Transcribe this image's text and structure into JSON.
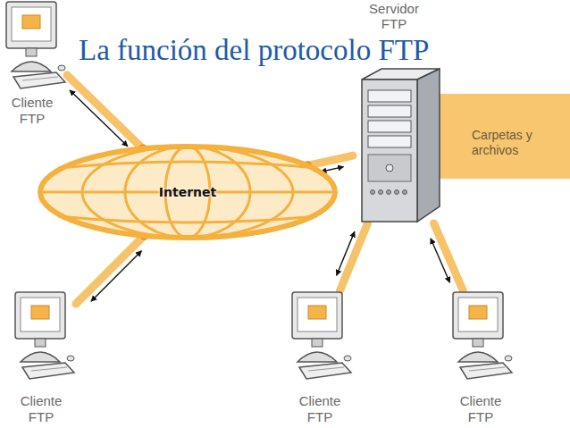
{
  "diagram": {
    "title": "La función del protocolo FTP",
    "nodes": [
      {
        "text": [
          "Cliente FTP"
        ]
      },
      {
        "text": [
          "Servidor FTP"
        ]
      },
      {
        "text": [
          "Carpetas y archivos"
        ]
      },
      {
        "text": [
          "Internet"
        ]
      },
      {
        "text": [
          "Cliente FTP"
        ]
      },
      {
        "text": [
          "Cliente FTP"
        ]
      },
      {
        "text": [
          "Cliente FTP"
        ]
      }
    ],
    "edges": [
      {
        "from": 0,
        "to": 3,
        "arrow": "both"
      },
      {
        "from": 4,
        "to": 3,
        "arrow": "both"
      },
      {
        "from": 3,
        "to": 1,
        "arrow": "both"
      },
      {
        "from": 1,
        "to": 5,
        "arrow": "both"
      },
      {
        "from": 1,
        "to": 6,
        "arrow": "both"
      }
    ]
  }
}
